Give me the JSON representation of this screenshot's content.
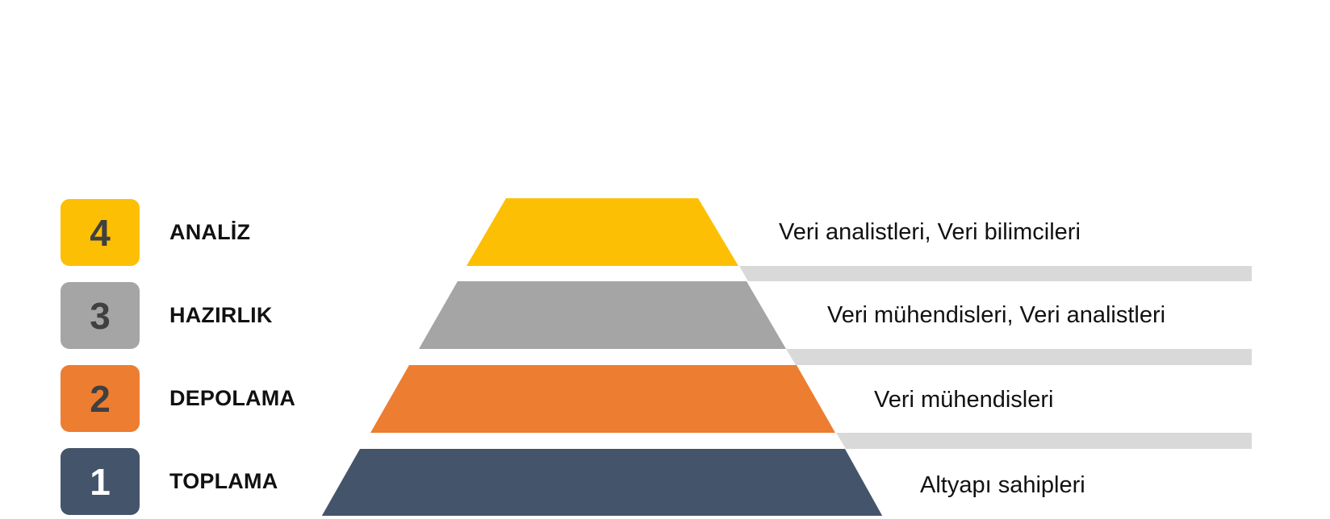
{
  "colors": {
    "tier4": "#FDBF04",
    "tier3": "#A5A5A5",
    "tier2": "#ED7D31",
    "tier1": "#44546A",
    "connector_bar": "#D9D9D9",
    "background": "#FFFFFF"
  },
  "tiers": [
    {
      "number": "4",
      "label": "ANALİZ",
      "roles": "Veri analistleri, Veri bilimcileri",
      "color": "#FDBF04"
    },
    {
      "number": "3",
      "label": "HAZIRLIK",
      "roles": "Veri mühendisleri, Veri analistleri",
      "color": "#A5A5A5"
    },
    {
      "number": "2",
      "label": "DEPOLAMA",
      "roles": "Veri mühendisleri",
      "color": "#ED7D31"
    },
    {
      "number": "1",
      "label": "TOPLAMA",
      "roles": "Altyapı sahipleri",
      "color": "#44546A"
    }
  ]
}
